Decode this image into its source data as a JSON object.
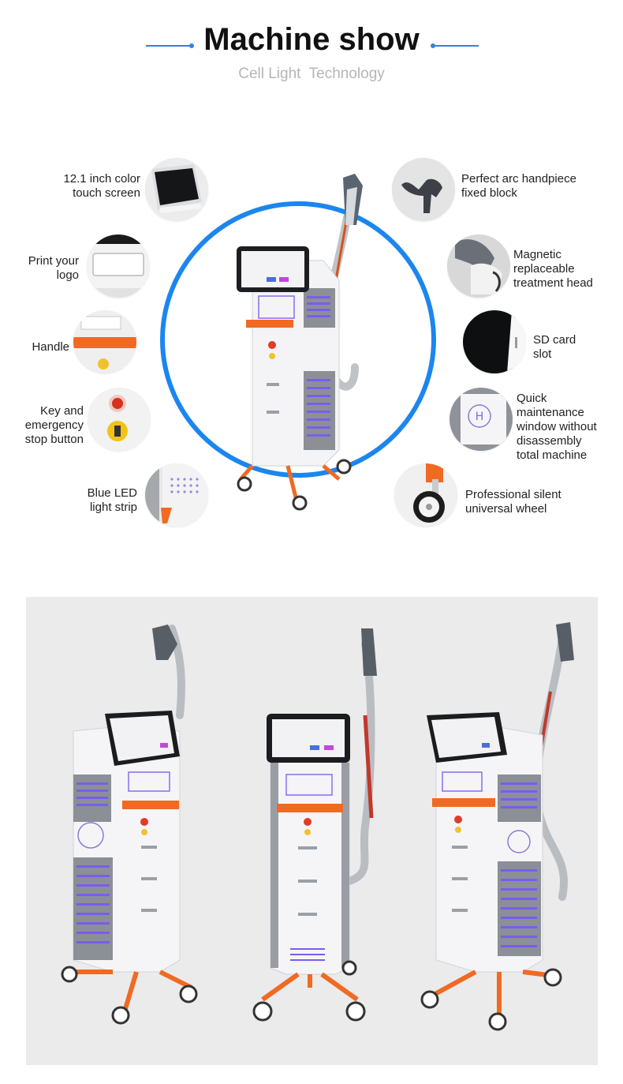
{
  "header": {
    "title": "Machine show",
    "subtitle": "Cell Light  Technology"
  },
  "features_left": [
    {
      "label_lines": [
        "12.1 inch color",
        "touch screen"
      ],
      "icon": "touch-screen-icon"
    },
    {
      "label_lines": [
        "Print your",
        "logo"
      ],
      "icon": "logo-panel-icon"
    },
    {
      "label_lines": [
        "Handle"
      ],
      "icon": "handle-icon"
    },
    {
      "label_lines": [
        "Key and",
        "emergency",
        "stop button"
      ],
      "icon": "emergency-stop-icon"
    },
    {
      "label_lines": [
        "Blue LED",
        "light strip"
      ],
      "icon": "led-strip-icon"
    }
  ],
  "features_right": [
    {
      "label_lines": [
        "Perfect arc handpiece",
        "fixed block"
      ],
      "icon": "handpiece-holder-icon"
    },
    {
      "label_lines": [
        "Magnetic",
        "replaceable",
        "treatment head"
      ],
      "icon": "treatment-head-icon"
    },
    {
      "label_lines": [
        "SD card",
        "slot"
      ],
      "icon": "sd-card-icon"
    },
    {
      "label_lines": [
        "Quick",
        "maintenance",
        "window without",
        "disassembly",
        "total machine"
      ],
      "icon": "maintenance-window-icon"
    },
    {
      "label_lines": [
        "Professional silent",
        "universal wheel"
      ],
      "icon": "wheel-icon"
    }
  ],
  "colors": {
    "accent_blue": "#1c86ee",
    "machine_orange": "#f06a22",
    "led_purple": "#7a5cf0",
    "subtitle_gray": "#b5b5b5",
    "gallery_bg": "#ebebeb"
  }
}
